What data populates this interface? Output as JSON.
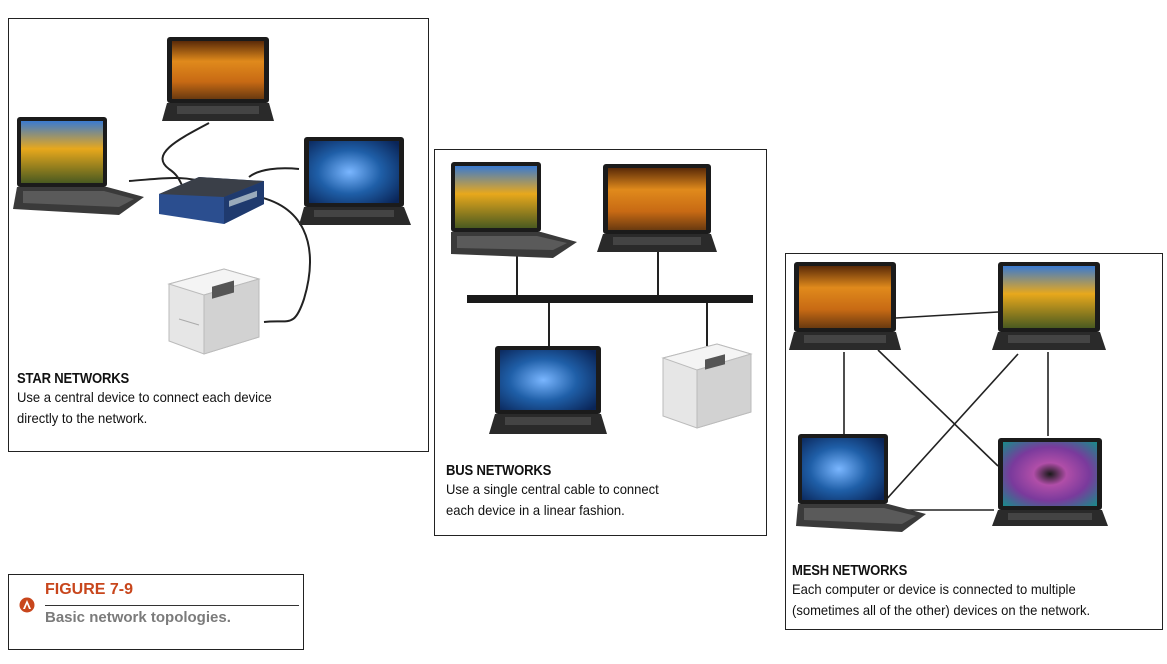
{
  "panels": {
    "star": {
      "title": "STAR NETWORKS",
      "desc_line1": "Use a central device to connect each device",
      "desc_line2": "directly to the network."
    },
    "bus": {
      "title": "BUS NETWORKS",
      "desc_line1": "Use a single central cable to connect",
      "desc_line2": "each device in a linear fashion."
    },
    "mesh": {
      "title": "MESH NETWORKS",
      "desc_line1": "Each computer or device is connected to multiple",
      "desc_line2": "(sometimes all of the other) devices on the network."
    }
  },
  "figure": {
    "number": "FIGURE 7-9",
    "caption": "Basic network topologies."
  },
  "colors": {
    "figure_accent": "#c8461c",
    "figure_caption": "#7b7b7b",
    "autumn_screen": "#d97a1f",
    "blue_screen": "#1f5fa8",
    "flower_screen": "#a04a9c",
    "router_blue": "#2b4e8f"
  }
}
